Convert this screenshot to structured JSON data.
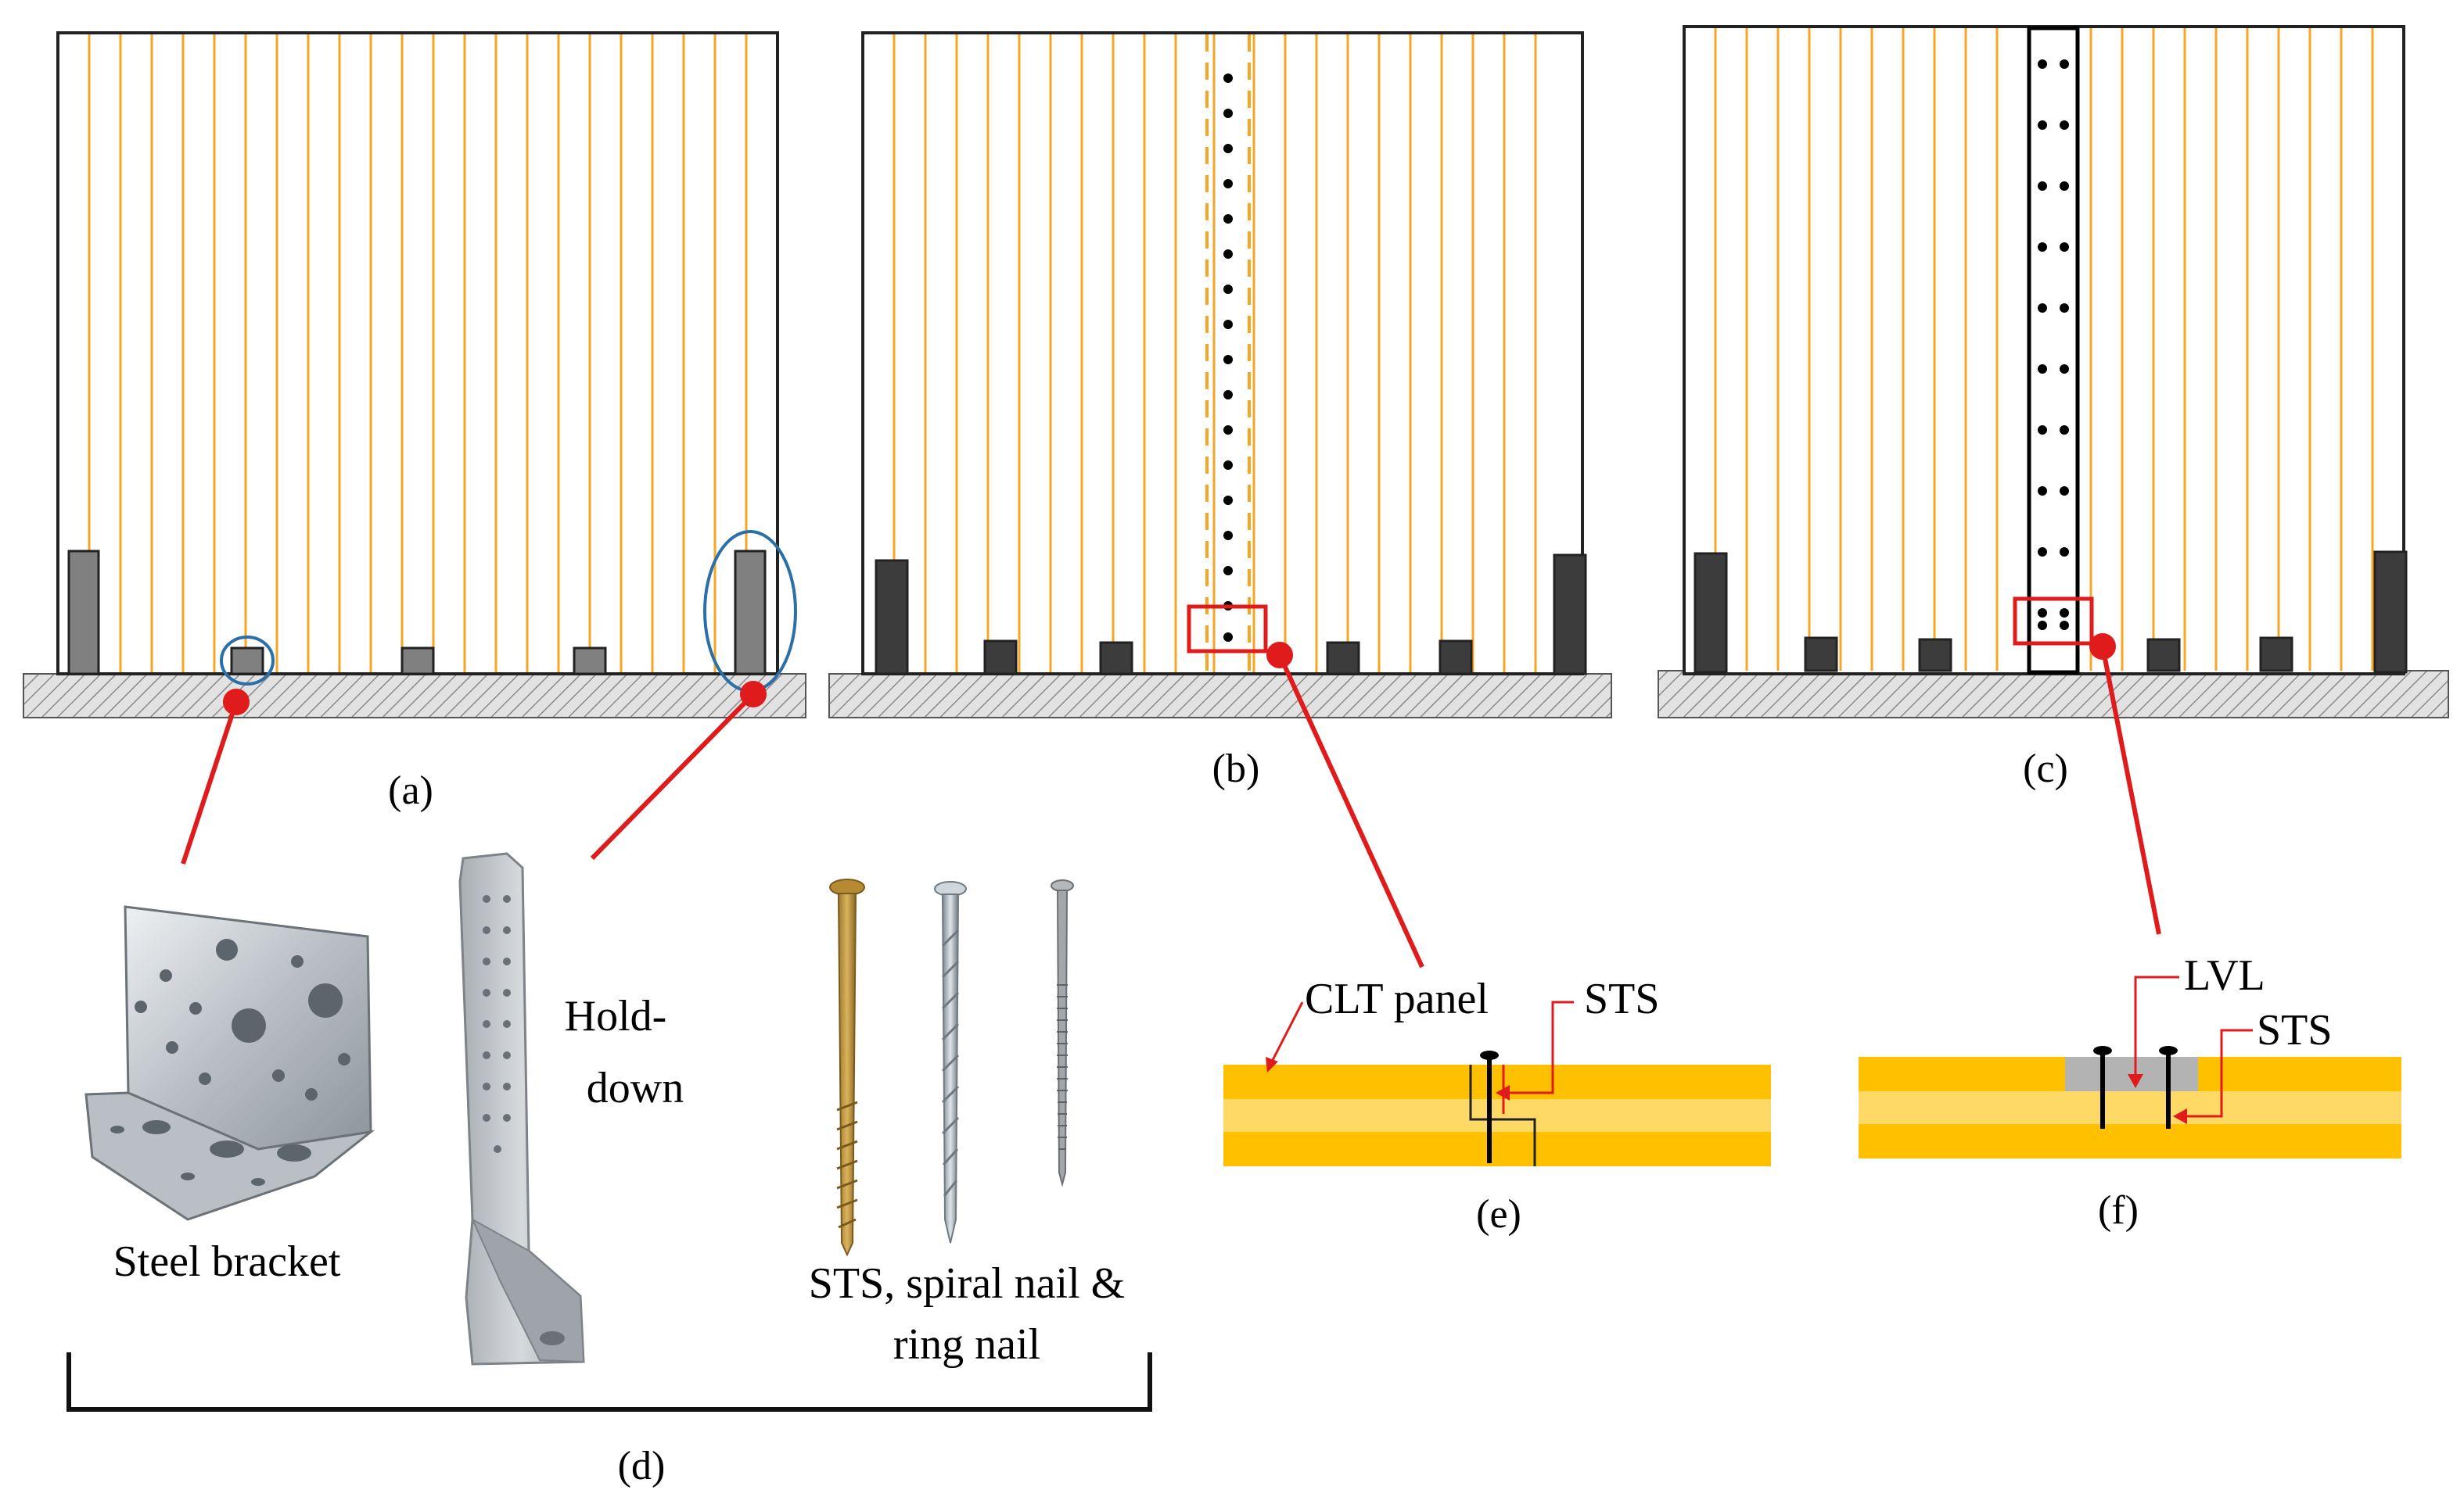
{
  "labels": {
    "a": "(a)",
    "b": "(b)",
    "c": "(c)",
    "d": "(d)",
    "e": "(e)",
    "f": "(f)",
    "steel_bracket": "Steel bracket",
    "hold_down_1": "Hold-",
    "hold_down_2": "down",
    "fasteners_1": "STS, spiral nail &",
    "fasteners_2": "ring nail",
    "clt_panel": "CLT panel",
    "sts_e": "STS",
    "lvl": "LVL",
    "sts_f": "STS"
  },
  "colors": {
    "lamella": "#f5a623",
    "panel_outline": "#222222",
    "connector_light": "#808080",
    "connector_dark": "#3c3c3c",
    "leader": "#e01b1b",
    "callout_ring": "#2a6fa8",
    "clt_outer": "#ffc000",
    "clt_core": "#ffd966",
    "lvl_strip": "#b3b3b3",
    "steel": "#c9cdd1"
  },
  "icons": {
    "bracket": "steel-angle-bracket-icon",
    "hold_down": "hold-down-icon",
    "screw": "self-tapping-screw-icon",
    "spiral_nail": "spiral-nail-icon",
    "ring_nail": "ring-nail-icon"
  }
}
